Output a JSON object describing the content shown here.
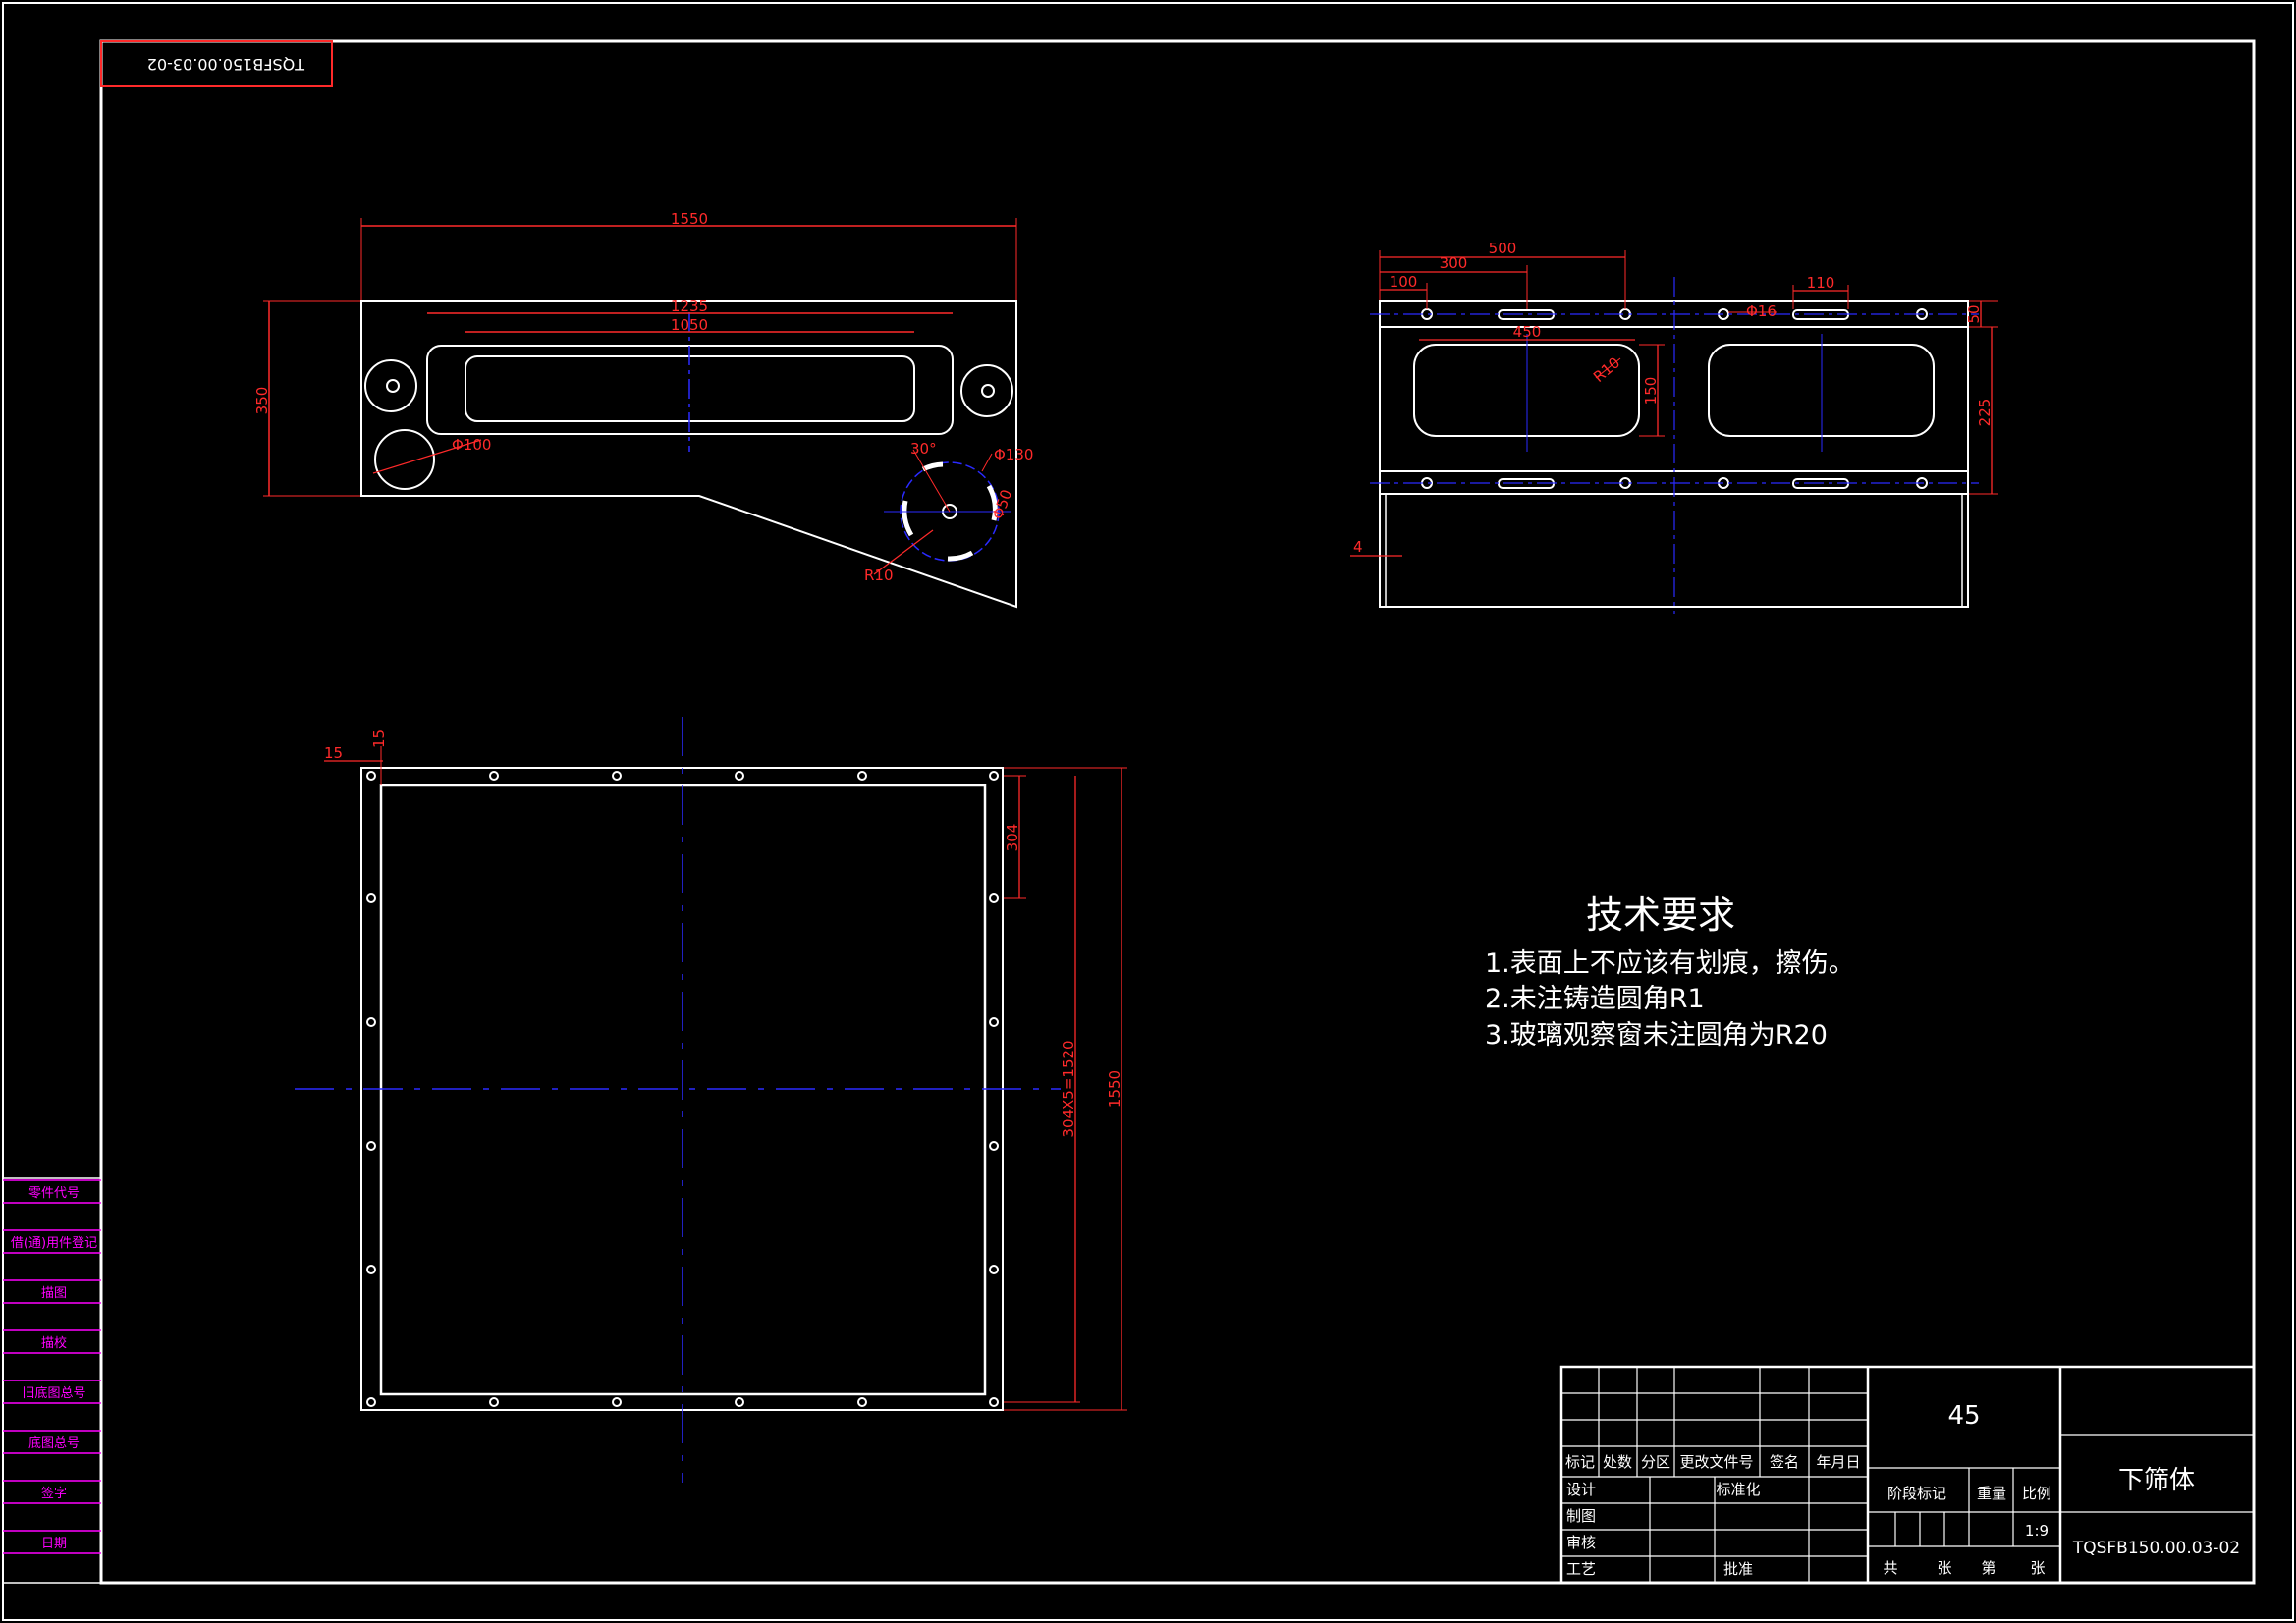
{
  "drawing_number_rotated": "TQSFB150.00.03-02",
  "views": {
    "front": {
      "dims": {
        "overall_length": "1550",
        "slot_outer": "1235",
        "slot_inner": "1050",
        "height": "350",
        "hole_d100": "Φ100",
        "angle": "30°",
        "circle_d130": "Φ130",
        "d50": "Φ50",
        "r10": "R10"
      }
    },
    "side": {
      "dims": {
        "d500": "500",
        "d300": "300",
        "d100": "100",
        "d110": "110",
        "d16": "Φ16",
        "d50": "50",
        "d150": "150",
        "d225": "225",
        "d4": "4",
        "d450": "450",
        "r10": "R10"
      }
    },
    "plan": {
      "dims": {
        "d15a": "15",
        "d15b": "15",
        "d304": "304",
        "pitch": "304X5=1520",
        "d1550": "1550"
      }
    }
  },
  "technical_requirements": {
    "title": "技术要求",
    "items": [
      "1.表面上不应该有划痕，擦伤。",
      "2.未注铸造圆角R1",
      "3.玻璃观察窗未注圆角为R20"
    ]
  },
  "left_strip": {
    "labels": [
      "零件代号",
      "借(通)用件登记",
      "描图",
      "描校",
      "旧底图总号",
      "底图总号",
      "签字",
      "日期"
    ]
  },
  "title_block": {
    "material": "45",
    "part_name": "下筛体",
    "drawing_number": "TQSFB150.00.03-02",
    "scale": "1:9",
    "headers": {
      "mark": "标记",
      "count": "处数",
      "zone": "分区",
      "change_doc": "更改文件号",
      "sign": "签名",
      "date": "年月日"
    },
    "rows": {
      "design": "设计",
      "drawn": "制图",
      "check": "审核",
      "process": "工艺",
      "standard": "标准化",
      "approve": "批准"
    },
    "stage_mark": "阶段标记",
    "weight": "重量",
    "scale_label": "比例",
    "total": "共",
    "sheets": "张",
    "sheet_no": "第",
    "sheet_unit": "张"
  }
}
